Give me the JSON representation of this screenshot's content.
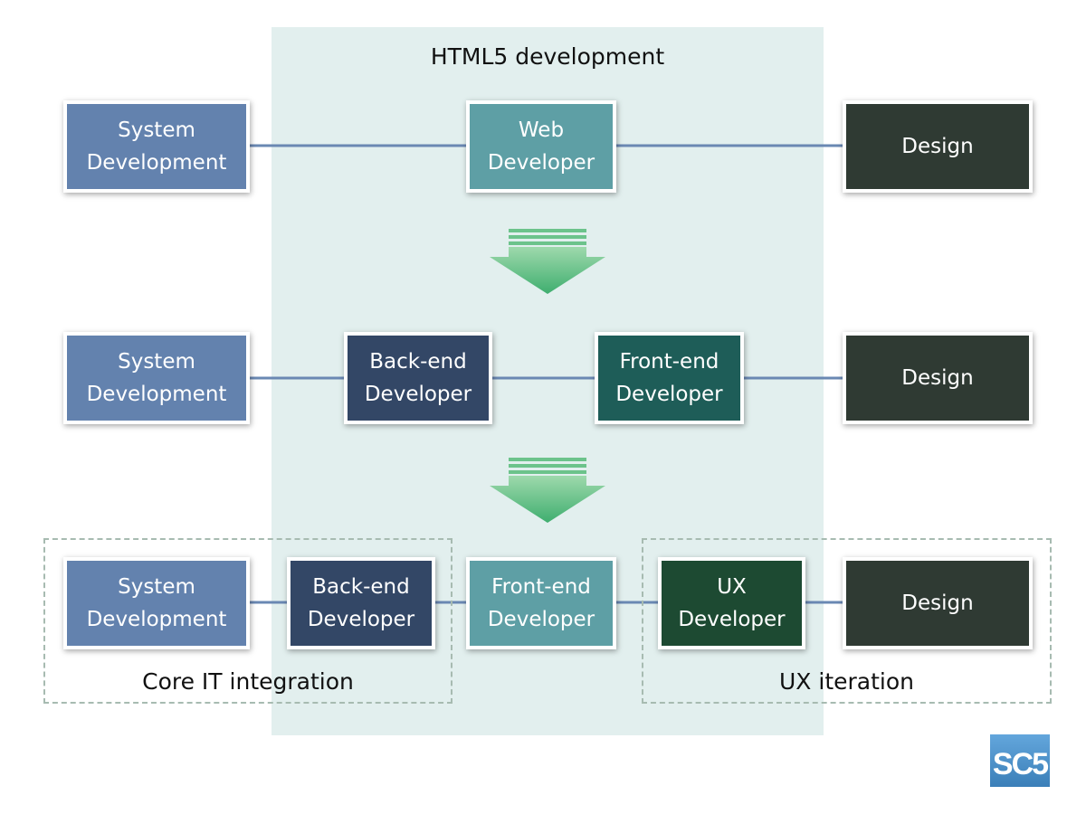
{
  "diagram": {
    "region_title": "HTML5 development",
    "rows": [
      {
        "boxes": [
          {
            "id": "r1-sys",
            "label": "System\nDevelopment",
            "color": "#6382ae"
          },
          {
            "id": "r1-web",
            "label": "Web\nDeveloper",
            "color": "#5e9fa5"
          },
          {
            "id": "r1-des",
            "label": "Design",
            "color": "#2f3a33"
          }
        ]
      },
      {
        "boxes": [
          {
            "id": "r2-sys",
            "label": "System\nDevelopment",
            "color": "#6382ae"
          },
          {
            "id": "r2-be",
            "label": "Back-end\nDeveloper",
            "color": "#334766"
          },
          {
            "id": "r2-fe",
            "label": "Front-end\nDeveloper",
            "color": "#1e5d58"
          },
          {
            "id": "r2-des",
            "label": "Design",
            "color": "#2f3a33"
          }
        ]
      },
      {
        "boxes": [
          {
            "id": "r3-sys",
            "label": "System\nDevelopment",
            "color": "#6382ae"
          },
          {
            "id": "r3-be",
            "label": "Back-end\nDeveloper",
            "color": "#334766"
          },
          {
            "id": "r3-fe",
            "label": "Front-end\nDeveloper",
            "color": "#5e9fa5"
          },
          {
            "id": "r3-ux",
            "label": "UX\nDeveloper",
            "color": "#1d4a32"
          },
          {
            "id": "r3-des",
            "label": "Design",
            "color": "#2f3a33"
          }
        ]
      }
    ],
    "groups": [
      {
        "id": "core",
        "label": "Core IT integration"
      },
      {
        "id": "ux",
        "label": "UX iteration"
      }
    ],
    "colors": {
      "band": "#e2efee",
      "connector": "#6a88b3",
      "arrow_top": "#9ed9ac",
      "arrow_bottom": "#3fae6f",
      "logo": "#4a8fc6"
    }
  },
  "logo": {
    "text": "SC5"
  }
}
